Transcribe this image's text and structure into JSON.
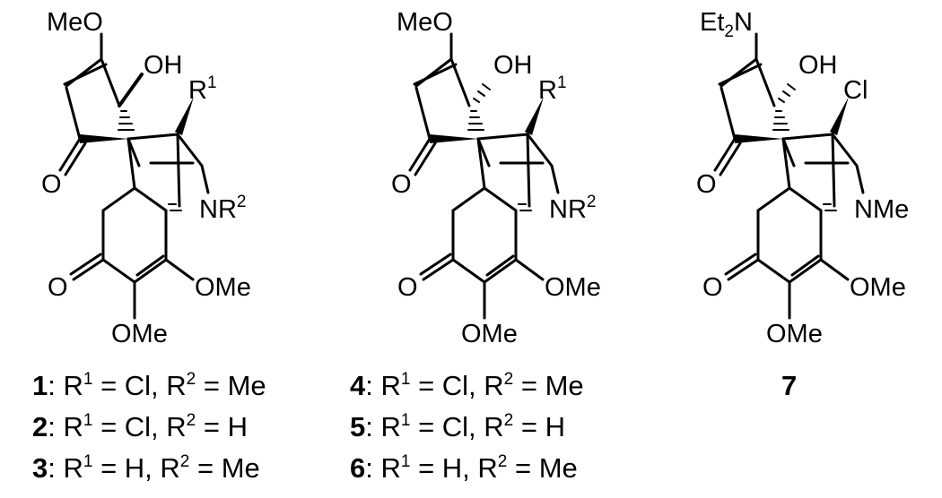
{
  "structures": [
    {
      "id": "compound-1-3",
      "top_substituent": "MeO",
      "r1_label": "R",
      "r1_sup": "1",
      "n_label": "NR",
      "n_sup": "2",
      "hydroxyl": "OH",
      "ring_ome": "OMe",
      "bottom_ome": "OMe",
      "keto_top": "O",
      "keto_bottom": "O",
      "captions": [
        {
          "num": "1",
          "rest": ": R",
          "s1": "1",
          "mid": " = Cl, R",
          "s2": "2",
          "end": " = Me"
        },
        {
          "num": "2",
          "rest": ": R",
          "s1": "1",
          "mid": " = Cl, R",
          "s2": "2",
          "end": " = H"
        },
        {
          "num": "3",
          "rest": ": R",
          "s1": "1",
          "mid": " = H, R",
          "s2": "2",
          "end": " = Me"
        }
      ]
    },
    {
      "id": "compound-4-6",
      "top_substituent": "MeO",
      "r1_label": "R",
      "r1_sup": "1",
      "n_label": "NR",
      "n_sup": "2",
      "hydroxyl": "OH",
      "ring_ome": "OMe",
      "bottom_ome": "OMe",
      "keto_top": "O",
      "keto_bottom": "O",
      "captions": [
        {
          "num": "4",
          "rest": ": R",
          "s1": "1",
          "mid": " = Cl, R",
          "s2": "2",
          "end": " = Me"
        },
        {
          "num": "5",
          "rest": ": R",
          "s1": "1",
          "mid": " = Cl, R",
          "s2": "2",
          "end": " = H"
        },
        {
          "num": "6",
          "rest": ": R",
          "s1": "1",
          "mid": " = H, R",
          "s2": "2",
          "end": " = Me"
        }
      ]
    },
    {
      "id": "compound-7",
      "top_substituent_main": "Et",
      "top_substituent_sub": "2",
      "top_substituent_end": "N",
      "cl_label": "Cl",
      "n_label": "NMe",
      "hydroxyl": "OH",
      "ring_ome": "OMe",
      "bottom_ome": "OMe",
      "keto_top": "O",
      "keto_bottom": "O",
      "caption_num": "7"
    }
  ]
}
